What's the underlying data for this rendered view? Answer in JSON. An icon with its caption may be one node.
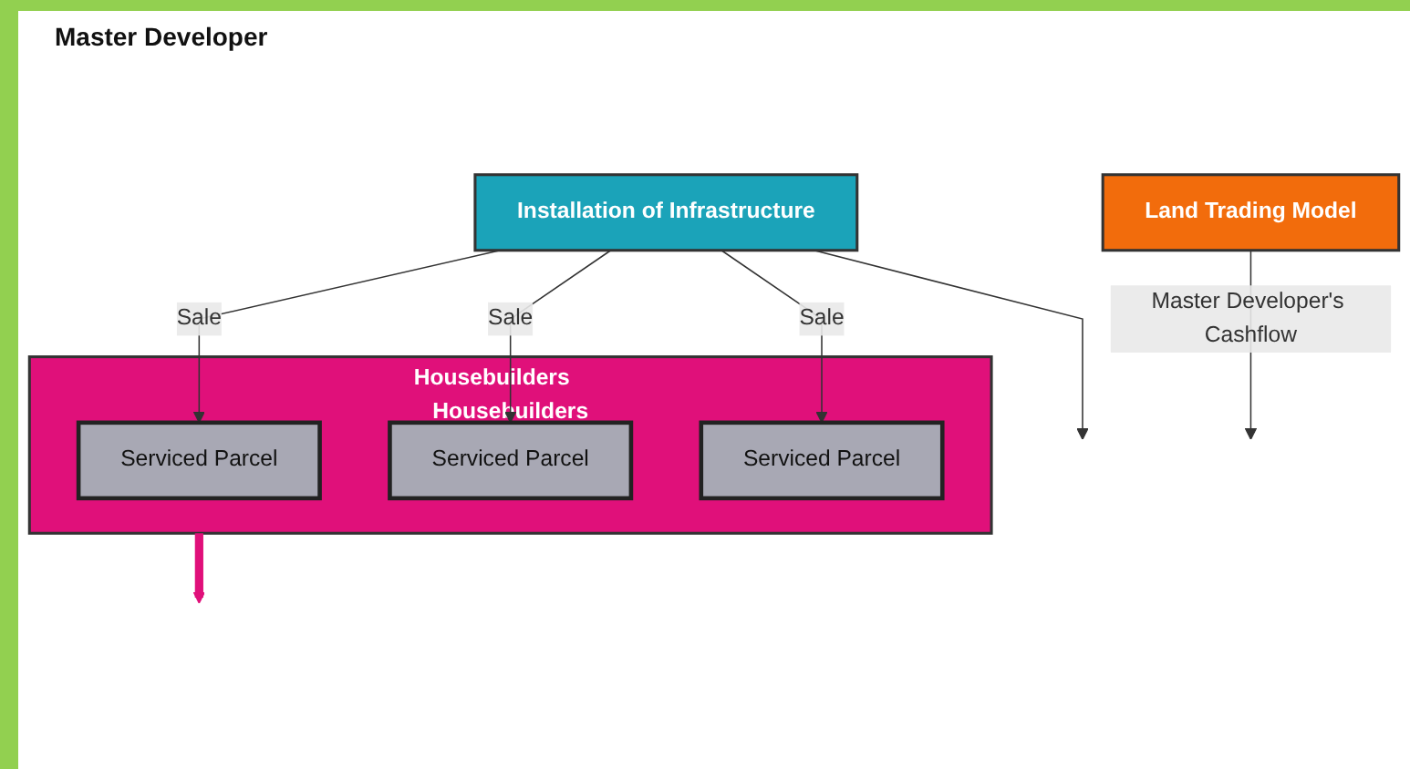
{
  "diagram": {
    "nodes": [
      {
        "text": [
          "Installation of Infrastructure"
        ]
      },
      {
        "text": [
          "Housebuilders",
          "Housebuilders"
        ]
      },
      {
        "text": [
          "Serviced Parcel"
        ],
        "in": 1
      },
      {
        "text": [
          "Serviced Parcel"
        ],
        "in": 1
      },
      {
        "text": [
          "Serviced Parcel"
        ],
        "in": 1
      },
      {
        "text": [
          "Land Trading Model"
        ]
      }
    ],
    "edges": [
      {
        "from": 0,
        "to": null,
        "arrow": "to"
      },
      {
        "from": 0,
        "to": 2,
        "arrow": "to",
        "label": "Sale"
      },
      {
        "from": 0,
        "to": 3,
        "arrow": "to",
        "label": "Sale"
      },
      {
        "from": 0,
        "to": 4,
        "arrow": "to",
        "label": "Sale"
      },
      {
        "from": 1,
        "to": null,
        "arrow": "to",
        "style": "thick",
        "color": "#e0107a"
      },
      {
        "from": 5,
        "to": null,
        "arrow": "to",
        "label": "Master Developer's Cashflow"
      }
    ],
    "labels": [
      "Master Developer"
    ]
  }
}
